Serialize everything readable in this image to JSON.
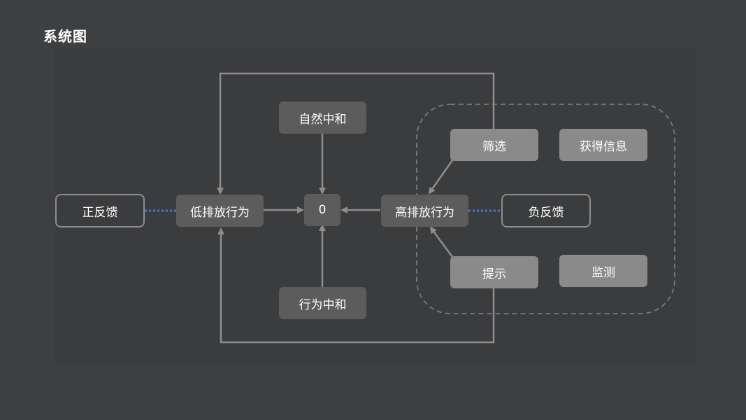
{
  "page": {
    "title": "系统图"
  },
  "nodes": {
    "positive_feedback": "正反馈",
    "low_emission": "低排放行为",
    "zero": "0",
    "high_emission": "高排放行为",
    "negative_feedback": "负反馈",
    "natural_neutral": "自然中和",
    "behavior_neutral": "行为中和",
    "screening": "筛选",
    "get_info": "获得信息",
    "prompt": "提示",
    "monitor": "监测"
  },
  "colors": {
    "background": "#3e3f41",
    "panel": "#3b3c3e",
    "node_dark": "#5c5c5c",
    "node_light": "#8a8a8a",
    "line": "#8e8e8e",
    "dotted_link": "#4a78d6"
  }
}
